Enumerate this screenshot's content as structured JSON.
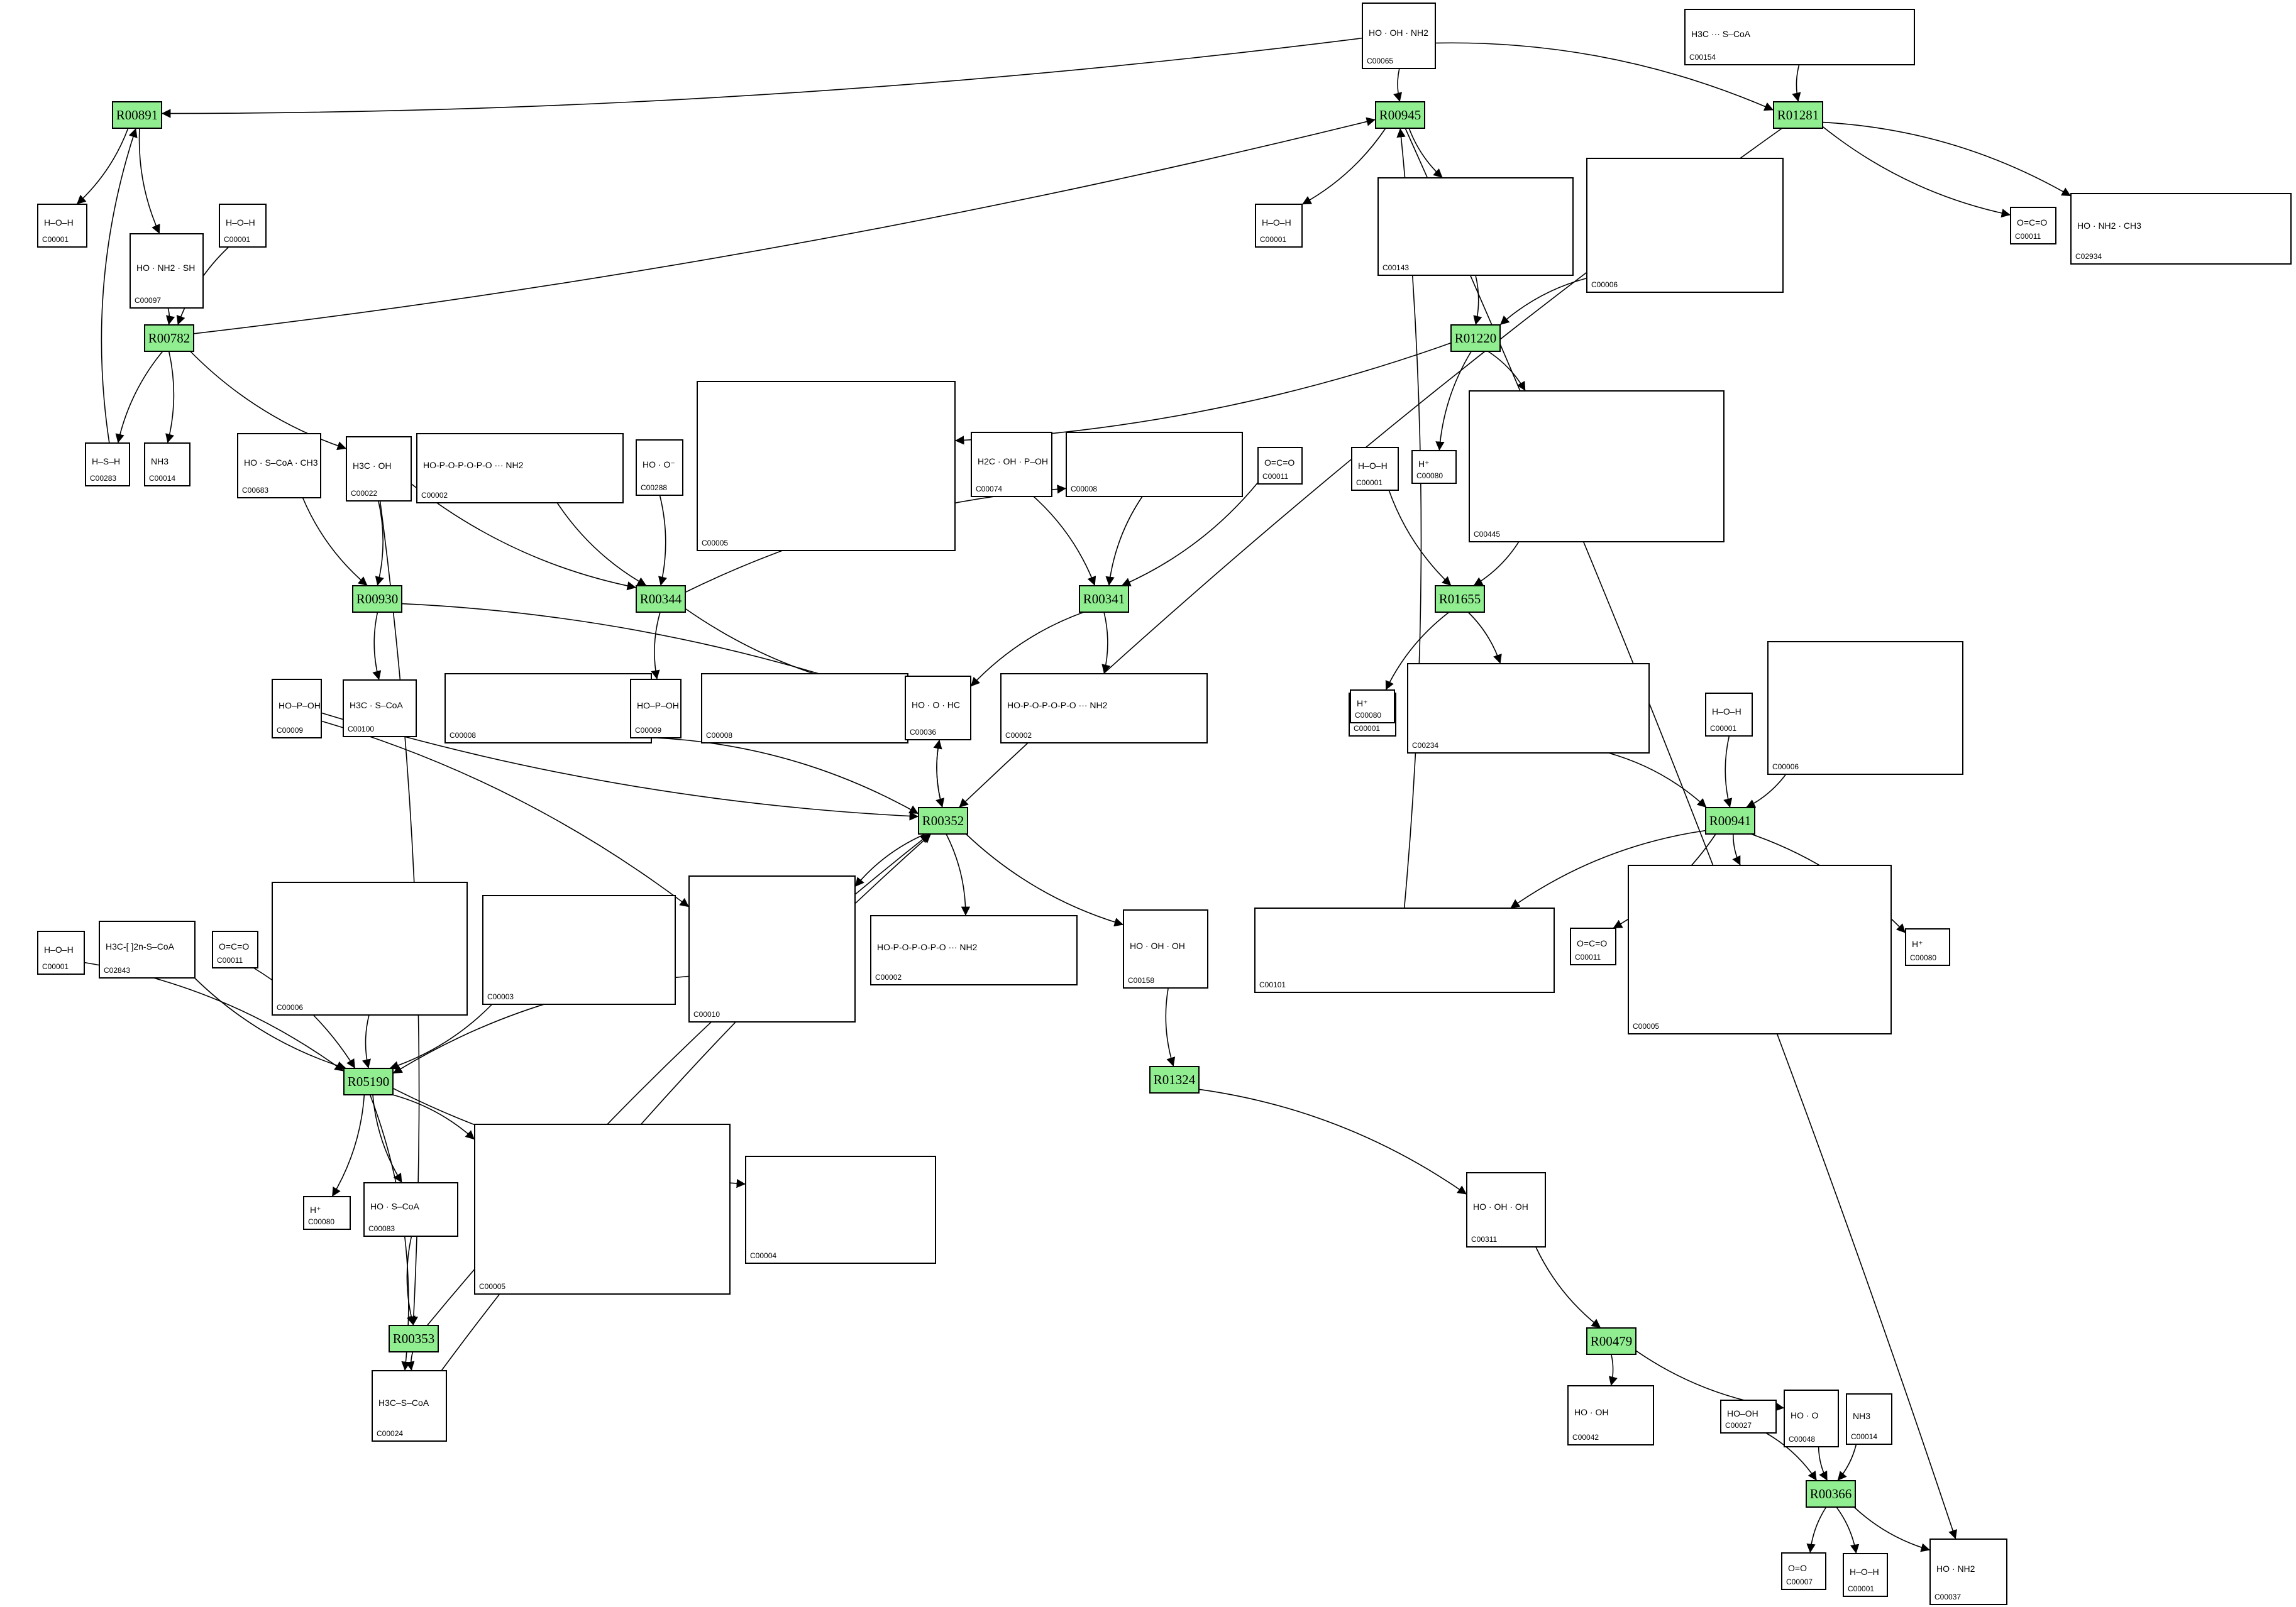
{
  "reactions": [
    {
      "id": "R00891"
    },
    {
      "id": "R00945"
    },
    {
      "id": "R01281"
    },
    {
      "id": "R00782"
    },
    {
      "id": "R01220"
    },
    {
      "id": "R00930"
    },
    {
      "id": "R00344"
    },
    {
      "id": "R00341"
    },
    {
      "id": "R01655"
    },
    {
      "id": "R00352"
    },
    {
      "id": "R00941"
    },
    {
      "id": "R01324"
    },
    {
      "id": "R05190"
    },
    {
      "id": "R00353"
    },
    {
      "id": "R00479"
    },
    {
      "id": "R00366"
    }
  ],
  "compounds": [
    {
      "id": "C00065",
      "formula": "HO · OH · NH2"
    },
    {
      "id": "C00154",
      "formula": "H3C ··· S–CoA"
    },
    {
      "id": "C00001",
      "formula": "H–O–H"
    },
    {
      "id": "C00097",
      "formula": "HO · NH2 · SH"
    },
    {
      "id": "C00143",
      "formula": ""
    },
    {
      "id": "C00006",
      "formula": ""
    },
    {
      "id": "C02934",
      "formula": "HO · NH2 · CH3"
    },
    {
      "id": "C00011",
      "formula": "O=C=O"
    },
    {
      "id": "C00283",
      "formula": "H–S–H"
    },
    {
      "id": "C00014",
      "formula": "NH3"
    },
    {
      "id": "C00683",
      "formula": "HO · S–CoA · CH3"
    },
    {
      "id": "C00022",
      "formula": "H3C · OH"
    },
    {
      "id": "C00002",
      "formula": "HO-P-O-P-O-P-O ··· NH2"
    },
    {
      "id": "C00288",
      "formula": "HO · O⁻"
    },
    {
      "id": "C00005",
      "formula": ""
    },
    {
      "id": "C00074",
      "formula": "H2C · OH · P–OH"
    },
    {
      "id": "C00008",
      "formula": ""
    },
    {
      "id": "C00080",
      "formula": "H⁺"
    },
    {
      "id": "C00445",
      "formula": ""
    },
    {
      "id": "C00009",
      "formula": "HO–P–OH"
    },
    {
      "id": "C00100",
      "formula": "H3C · S–CoA"
    },
    {
      "id": "C00036",
      "formula": "HO · O · HC"
    },
    {
      "id": "C00234",
      "formula": ""
    },
    {
      "id": "C00101",
      "formula": ""
    },
    {
      "id": "C02843",
      "formula": "H3C-[ ]2n-S–CoA"
    },
    {
      "id": "C00003",
      "formula": ""
    },
    {
      "id": "C00010",
      "formula": ""
    },
    {
      "id": "C00158",
      "formula": "HO · OH · OH"
    },
    {
      "id": "C00083",
      "formula": "HO · S–CoA"
    },
    {
      "id": "C00004",
      "formula": ""
    },
    {
      "id": "C00311",
      "formula": "HO · OH · OH"
    },
    {
      "id": "C00024",
      "formula": "H3C–S–CoA"
    },
    {
      "id": "C00042",
      "formula": "HO · OH"
    },
    {
      "id": "C00027",
      "formula": "HO–OH"
    },
    {
      "id": "C00048",
      "formula": "HO · O"
    },
    {
      "id": "C00007",
      "formula": "O=O"
    },
    {
      "id": "C00037",
      "formula": "HO · NH2"
    }
  ]
}
